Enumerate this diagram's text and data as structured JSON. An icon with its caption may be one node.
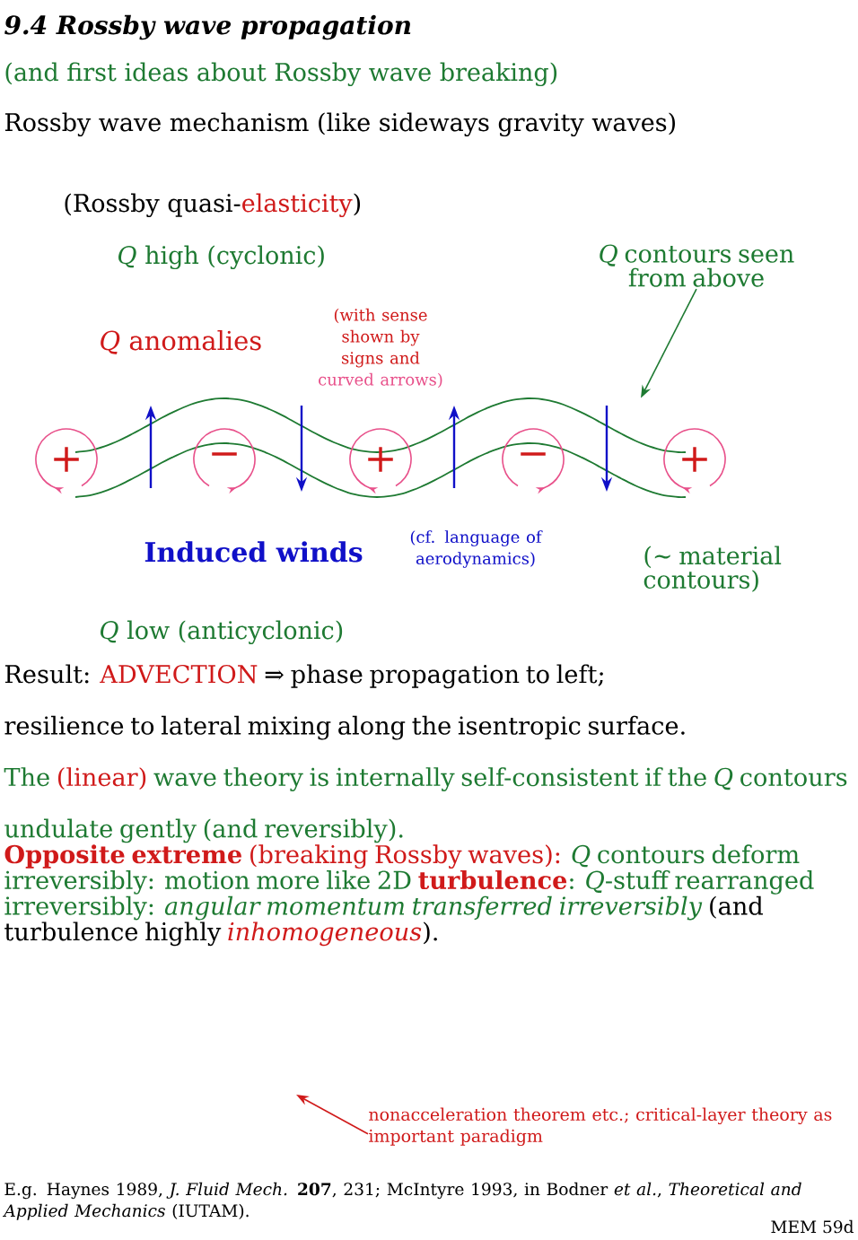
{
  "diagram": {
    "title": "9.4 Rossby wave propagation",
    "nodes": [
      {
        "text": [
          "*Q* contours seen from above"
        ]
      },
      {
        "text": [],
        "shape": "curve"
      },
      {
        "text": [
          "nonacceleration theorem etc.; critical-layer theory as important paradigm"
        ]
      }
    ],
    "edges": [
      {
        "from": 0,
        "to": 1,
        "arrow": "to",
        "color": "#1e7a32"
      },
      {
        "from": 2,
        "to": null,
        "arrow": "to",
        "color": "#d01a1a"
      }
    ],
    "labels": [
      "(and first ideas about Rossby wave breaking)",
      "Rossby wave mechanism (like sideways gravity waves)",
      "(Rossby quasi-",
      "elasticity",
      ")",
      "*Q* high (cyclonic)",
      "*Q* anomalies",
      "(with sense shown by signs and",
      "curved arrows)",
      "+",
      "−",
      "+",
      "−",
      "+",
      "Induced winds",
      "(cf. language of aerodynamics)",
      "(~ material contours)",
      "*Q* low (anticyclonic)",
      "Result:",
      "ADVECTION",
      "⇒ phase propagation to left;",
      "resilience to lateral mixing along the isentropic surface.",
      "The",
      "(linear)",
      "wave theory is internally self-consistent if the *Q* contours undulate gently (and reversibly).",
      "Opposite extreme",
      "(breaking Rossby waves):",
      "*Q* contours deform irreversibly: motion more like 2D",
      "turbulence",
      ":",
      "*Q*-stuff rearranged irreversibly: *angular momentum transferred irreversibly*",
      "(and turbulence highly",
      "inhomogeneous",
      ").",
      "E.g. Haynes 1989, *J. Fluid Mech.* **207**, 231; McIntyre 1993, in Bodner *et al.*, *Theoretical and Applied Mechanics* (IUTAM).",
      "MEM 59d"
    ]
  }
}
